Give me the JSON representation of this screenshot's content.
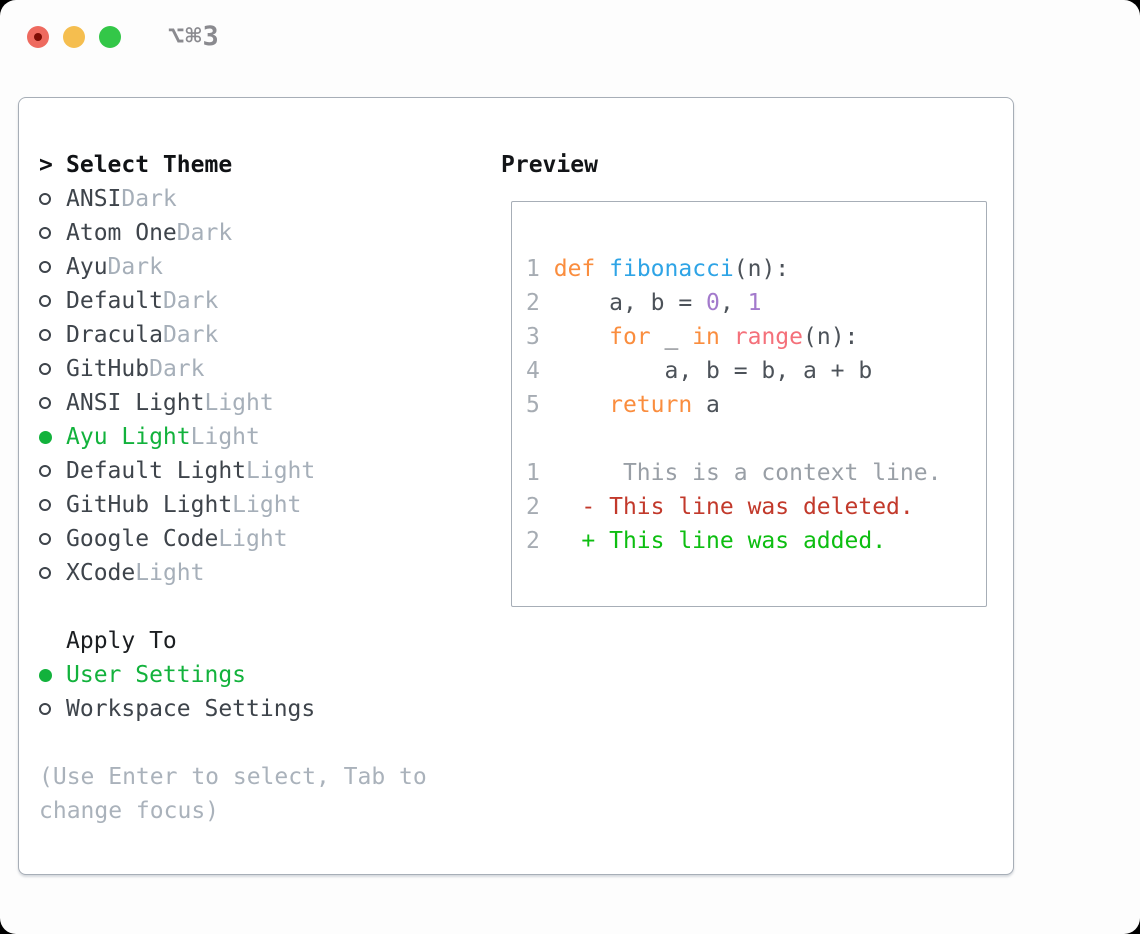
{
  "window": {
    "title": "⌥⌘3"
  },
  "titlebar": {
    "lights": [
      {
        "name": "close",
        "color": "#EE6A5F"
      },
      {
        "name": "minimize",
        "color": "#F5BE4F"
      },
      {
        "name": "zoom",
        "color": "#33C748"
      }
    ]
  },
  "left": {
    "header": {
      "marker": ">",
      "label": "Select Theme"
    },
    "themes": [
      {
        "name": "ANSI",
        "variant": "Dark",
        "selected": false
      },
      {
        "name": "Atom One",
        "variant": "Dark",
        "selected": false
      },
      {
        "name": "Ayu",
        "variant": "Dark",
        "selected": false
      },
      {
        "name": "Default",
        "variant": "Dark",
        "selected": false
      },
      {
        "name": "Dracula",
        "variant": "Dark",
        "selected": false
      },
      {
        "name": "GitHub",
        "variant": "Dark",
        "selected": false
      },
      {
        "name": "ANSI Light",
        "variant": "Light",
        "selected": false
      },
      {
        "name": "Ayu Light",
        "variant": "Light",
        "selected": true
      },
      {
        "name": "Default Light",
        "variant": "Light",
        "selected": false
      },
      {
        "name": "GitHub Light",
        "variant": "Light",
        "selected": false
      },
      {
        "name": "Google Code",
        "variant": "Light",
        "selected": false
      },
      {
        "name": "XCode",
        "variant": "Light",
        "selected": false
      }
    ],
    "apply_to": {
      "label": "Apply To",
      "options": [
        {
          "label": "User Settings",
          "selected": true
        },
        {
          "label": "Workspace Settings",
          "selected": false
        }
      ]
    },
    "hint_lines": [
      "(Use Enter to select, Tab to",
      "change focus)"
    ]
  },
  "preview": {
    "label": "Preview",
    "lines": [
      [
        [
          "ln",
          "1"
        ],
        [
          "fg",
          " "
        ],
        [
          "kw",
          "def"
        ],
        [
          "fg",
          " "
        ],
        [
          "fn",
          "fibonacci"
        ],
        [
          "fg",
          "(n):"
        ]
      ],
      [
        [
          "ln",
          "2"
        ],
        [
          "fg",
          "     a, b = "
        ],
        [
          "num",
          "0"
        ],
        [
          "fg",
          ", "
        ],
        [
          "num",
          "1"
        ]
      ],
      [
        [
          "ln",
          "3"
        ],
        [
          "fg",
          "     "
        ],
        [
          "kw",
          "for"
        ],
        [
          "fg",
          " _ "
        ],
        [
          "kw",
          "in"
        ],
        [
          "fg",
          " "
        ],
        [
          "bi",
          "range"
        ],
        [
          "fg",
          "(n):"
        ]
      ],
      [
        [
          "ln",
          "4"
        ],
        [
          "fg",
          "         a, b = b, a + b"
        ]
      ],
      [
        [
          "ln",
          "5"
        ],
        [
          "fg",
          "     "
        ],
        [
          "kw",
          "return"
        ],
        [
          "fg",
          " a"
        ]
      ],
      [],
      [
        [
          "ln",
          "1"
        ],
        [
          "ctx",
          "      This is a context line."
        ]
      ],
      [
        [
          "ln",
          "2"
        ],
        [
          "fg",
          "   "
        ],
        [
          "del",
          "- This line was deleted."
        ]
      ],
      [
        [
          "ln",
          "2"
        ],
        [
          "fg",
          "   "
        ],
        [
          "add",
          "+ This line was added."
        ]
      ]
    ]
  },
  "colors": {
    "accent_green": "#12B23C",
    "added_green": "#0DBE11",
    "deleted_red": "#C2392B",
    "keyword_orange": "#FA8D3E",
    "function_blue": "#2EA4E6",
    "number_purple": "#A37ACC",
    "builtin_coral": "#F4707A",
    "variant_gray": "#A6AFB9",
    "hint_gray": "#AAB2BB",
    "border_gray": "#A7AEB7"
  }
}
